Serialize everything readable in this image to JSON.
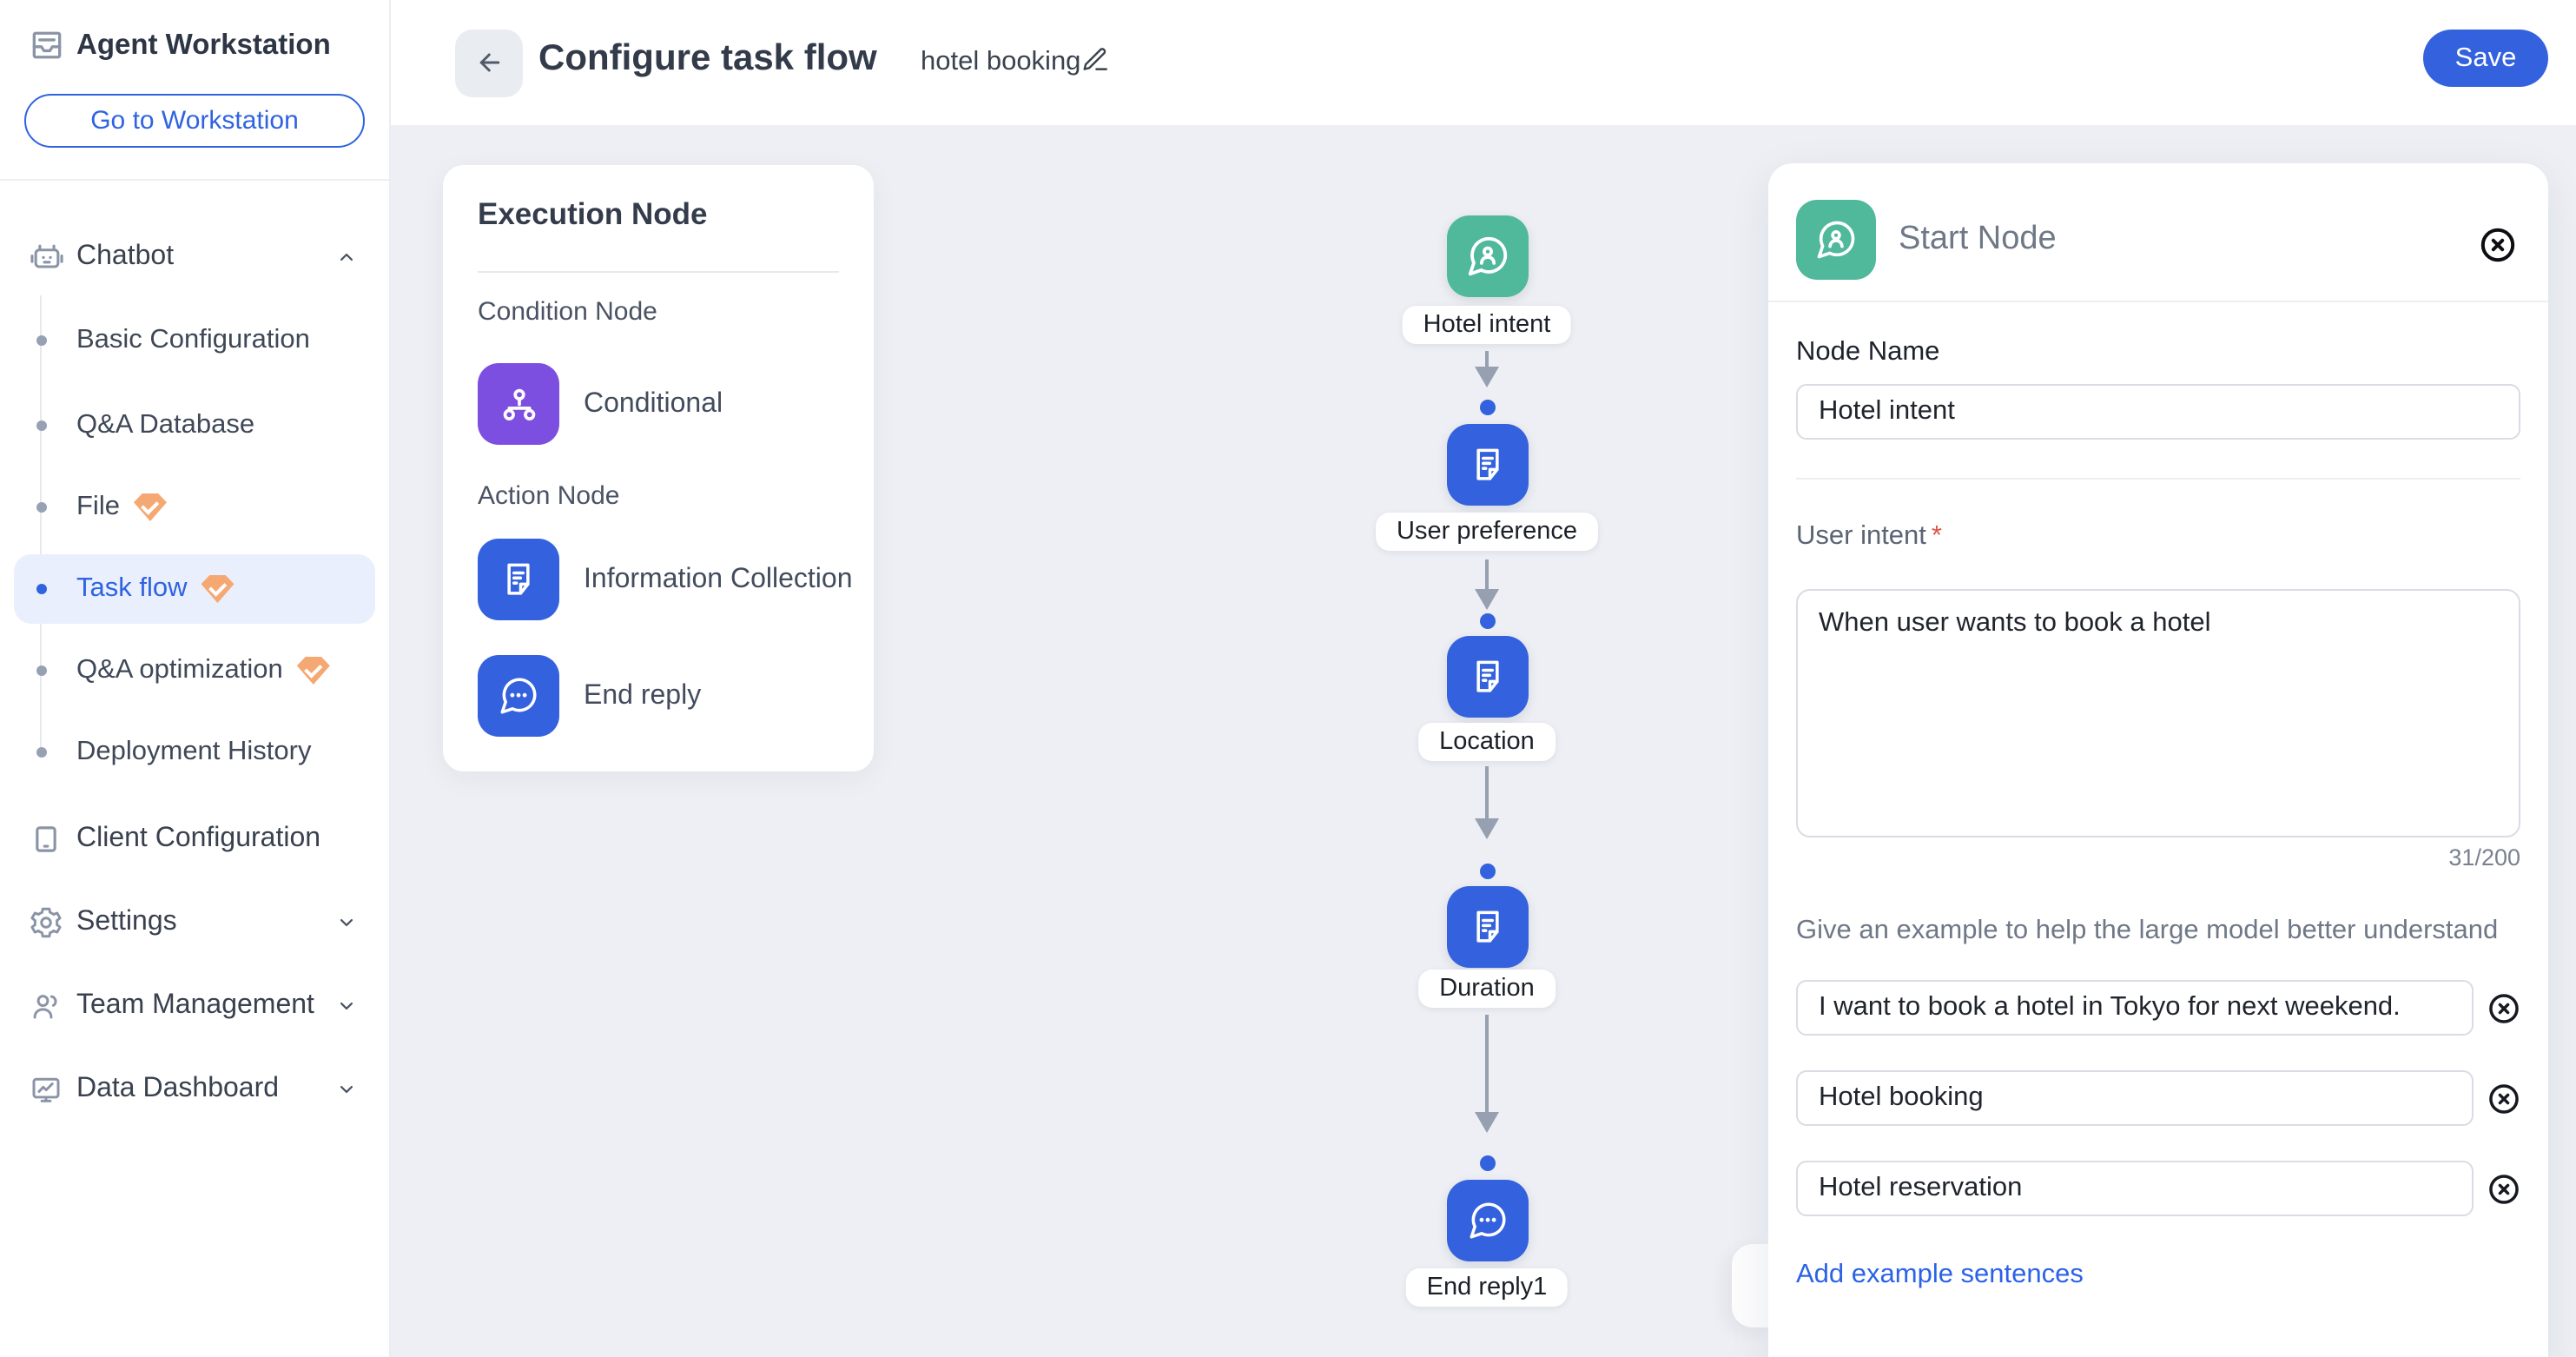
{
  "header": {
    "title": "Configure task flow",
    "flow_name": "hotel booking",
    "save_label": "Save"
  },
  "sidebar": {
    "brand": "Agent Workstation",
    "workstation_button": "Go to Workstation",
    "chatbot": "Chatbot",
    "sub_items": [
      "Basic Configuration",
      "Q&A Database",
      "File",
      "Task flow",
      "Q&A optimization",
      "Deployment History"
    ],
    "groups": [
      "Client Configuration",
      "Settings",
      "Team Management",
      "Data Dashboard"
    ]
  },
  "palette": {
    "title": "Execution Node",
    "condition_heading": "Condition Node",
    "conditional_label": "Conditional",
    "action_heading": "Action Node",
    "items": [
      "Information Collection",
      "End reply"
    ]
  },
  "flow": {
    "node_labels": [
      "Hotel intent",
      "User preference",
      "Location",
      "Duration",
      "End reply1"
    ]
  },
  "panel": {
    "title": "Start Node",
    "node_name_label": "Node Name",
    "node_name_value": "Hotel intent",
    "user_intent_label": "User intent",
    "required_mark": "*",
    "user_intent_value": "When user wants to book a hotel",
    "char_count": "31/200",
    "examples_hint": "Give an example to help the large model better understand",
    "examples": [
      "I want to book a hotel in Tokyo for next weekend.",
      "Hotel booking",
      "Hotel reservation"
    ],
    "add_examples_label": "Add example sentences"
  },
  "icons": {
    "brand": "inbox-icon",
    "chatbot": "robot-icon",
    "client_configuration": "tablet-icon",
    "settings": "gear-icon",
    "team_management": "users-icon",
    "data_dashboard": "monitor-chart-icon",
    "back": "arrow-left-icon",
    "edit": "pencil-icon",
    "conditional": "sitemap-icon",
    "information_collection": "document-icon",
    "end_reply": "chat-ellipsis-icon",
    "start_node": "chat-person-icon",
    "close": "circle-x-icon",
    "remove": "circle-x-icon",
    "premium": "gem-icon",
    "expanded": "chevron-up-icon",
    "collapsed": "chevron-down-icon"
  },
  "colors": {
    "accent_blue": "#3462de",
    "node_purple": "#7c4fe0",
    "node_green": "#50b89b",
    "premium_orange": "#f5a871",
    "link_blue": "#2c62e8",
    "selected_blue": "#2f63e0",
    "canvas_bg": "#edeff4"
  }
}
